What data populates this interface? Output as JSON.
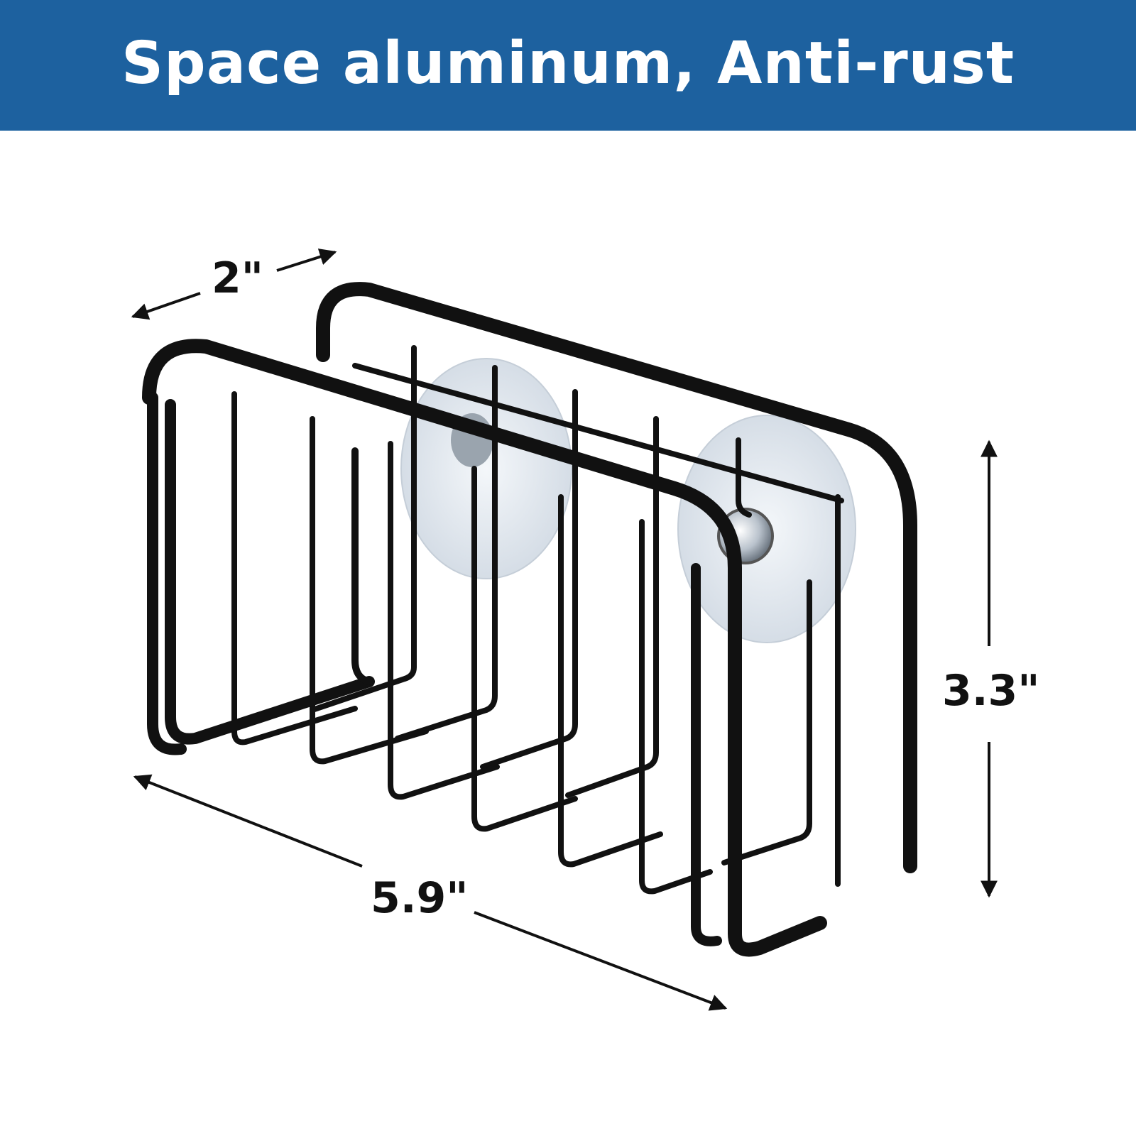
{
  "banner": {
    "title": "Space aluminum, Anti-rust",
    "color": "#1d619f"
  },
  "product": {
    "icon": "sponge-holder-rack-icon",
    "frame_color": "#111111",
    "suction_cup_color": "#dfe6ee"
  },
  "dimensions": {
    "depth": "2\"",
    "width": "5.9\"",
    "height": "3.3\""
  }
}
